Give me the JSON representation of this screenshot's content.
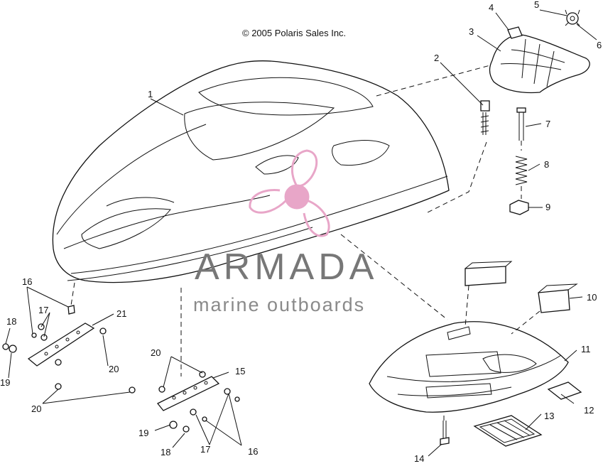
{
  "copyright": "© 2005 Polaris Sales Inc.",
  "watermark": {
    "name": "ARMADA",
    "tagline": "marine outboards",
    "accent_color": "#e8a6c8"
  },
  "callouts": {
    "c1": "1",
    "c2": "2",
    "c3": "3",
    "c4": "4",
    "c5": "5",
    "c6": "6",
    "c7": "7",
    "c8": "8",
    "c9": "9",
    "c10": "10",
    "c11": "11",
    "c12": "12",
    "c13": "13",
    "c14": "14",
    "c15": "15",
    "c16a": "16",
    "c16b": "16",
    "c17a": "17",
    "c17b": "17",
    "c18a": "18",
    "c18b": "18",
    "c19a": "19",
    "c19b": "19",
    "c20a": "20",
    "c20b": "20",
    "c20c": "20",
    "c21": "21"
  }
}
